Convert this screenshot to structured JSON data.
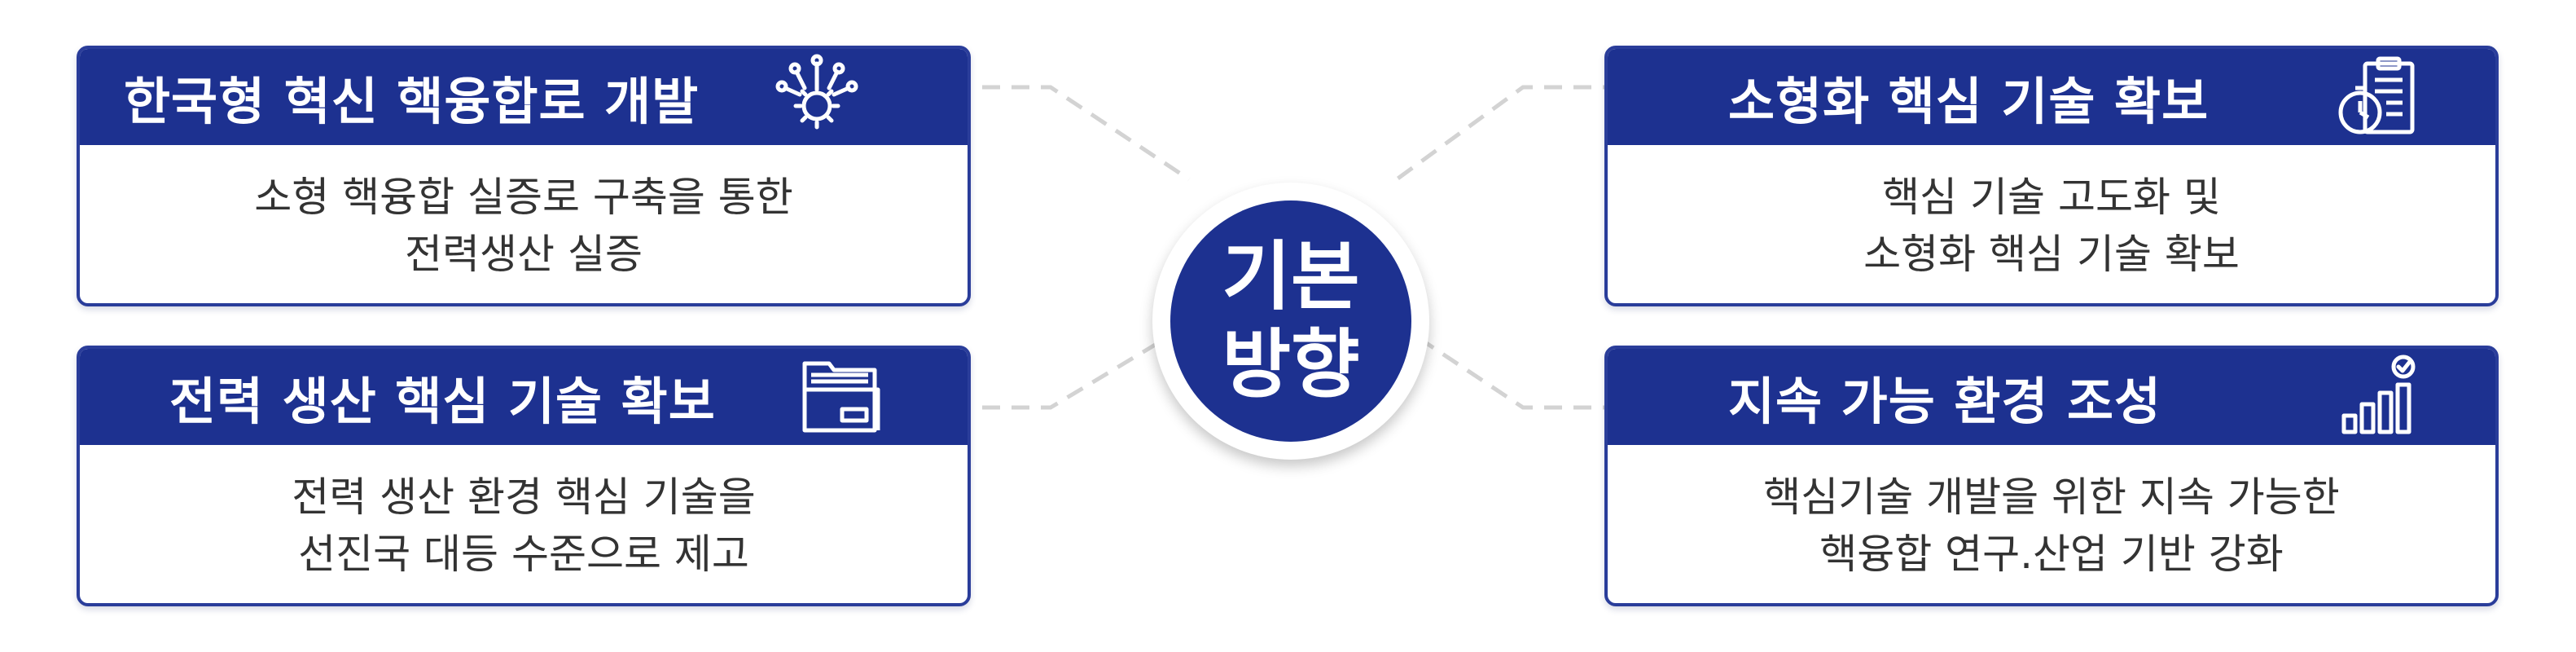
{
  "center": {
    "line1": "기본",
    "line2": "방향"
  },
  "cards": {
    "top_left": {
      "title": "한국형 혁신 핵융합로 개발",
      "body_line1": "소형 핵융합 실증로 구축을 통한",
      "body_line2": "전력생산 실증"
    },
    "bottom_left": {
      "title": "전력 생산 핵심 기술 확보",
      "body_line1": "전력 생산 환경 핵심 기술을",
      "body_line2": "선진국 대등 수준으로 제고"
    },
    "top_right": {
      "title": "소형화 핵심 기술 확보",
      "body_line1": "핵심 기술 고도화 및",
      "body_line2": "소형화 핵심 기술 확보"
    },
    "bottom_right": {
      "title": "지속 가능 환경 조성",
      "body_line1": "핵심기술 개발을 위한 지속 가능한",
      "body_line2": "핵융합 연구.산업 기반 강화"
    }
  },
  "icons": {
    "top_left": "gear-circuit-icon",
    "bottom_left": "folder-stack-icon",
    "top_right": "clipboard-stopwatch-icon",
    "bottom_right": "bar-chart-check-icon"
  },
  "colors": {
    "header_blue": "#1d3190",
    "border_blue": "#2a3d9a",
    "connector_gray": "#d0d0d0",
    "body_text": "#333333"
  }
}
